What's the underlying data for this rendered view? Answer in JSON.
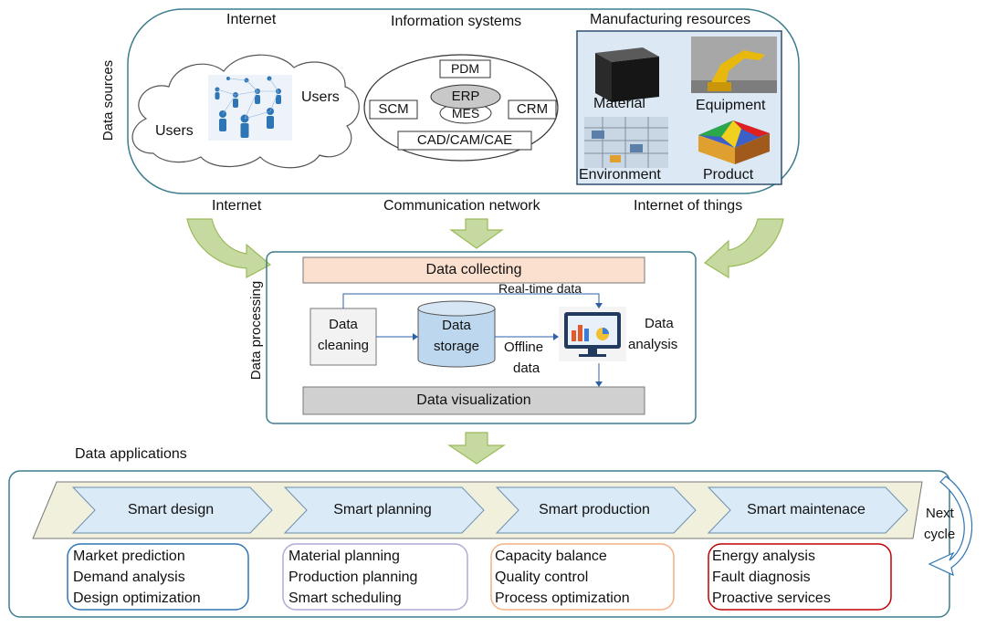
{
  "sources": {
    "side_label": "Data sources",
    "internet_title": "Internet",
    "users_left": "Users",
    "users_right": "Users",
    "info_title": "Information systems",
    "info_systems": {
      "pdm": "PDM",
      "erp": "ERP",
      "mes": "MES",
      "scm": "SCM",
      "crm": "CRM",
      "cad": "CAD/CAM/CAE"
    },
    "mfg_title": "Manufacturing resources",
    "mfg_items": [
      "Material",
      "Equipment",
      "Environment",
      "Product"
    ]
  },
  "channels": [
    "Internet",
    "Communication network",
    "Internet of things"
  ],
  "processing": {
    "side_label": "Data processing",
    "collecting": "Data collecting",
    "realtime": "Real-time data",
    "cleaning": [
      "Data",
      "cleaning"
    ],
    "storage": [
      "Data",
      "storage"
    ],
    "offline": [
      "Offline",
      "data"
    ],
    "analysis": [
      "Data",
      "analysis"
    ],
    "visualization": "Data visualization"
  },
  "applications": {
    "title": "Data applications",
    "next_cycle": [
      "Next",
      "cycle"
    ],
    "stages": [
      {
        "label": "Smart design",
        "items": [
          "Market prediction",
          "Demand analysis",
          "Design optimization"
        ],
        "color": "#2e75b6"
      },
      {
        "label": "Smart planning",
        "items": [
          "Material planning",
          "Production planning",
          "Smart scheduling"
        ],
        "color": "#b4a7d6"
      },
      {
        "label": "Smart production",
        "items": [
          "Capacity balance",
          "Quality control",
          "Process optimization"
        ],
        "color": "#f4b183"
      },
      {
        "label": "Smart maintenace",
        "items": [
          "Energy analysis",
          "Fault diagnosis",
          "Proactive services"
        ],
        "color": "#c00000"
      }
    ]
  },
  "colors": {
    "frame": "#3c7d8c",
    "arrow_green": "#c5d9a0",
    "arrow_green_edge": "#9bbb59",
    "chevron_fill": "#dbeaf7",
    "band_fill": "#f0f0dc",
    "collect_fill": "#fbe0cf",
    "storage_fill": "#bdd7ee"
  }
}
